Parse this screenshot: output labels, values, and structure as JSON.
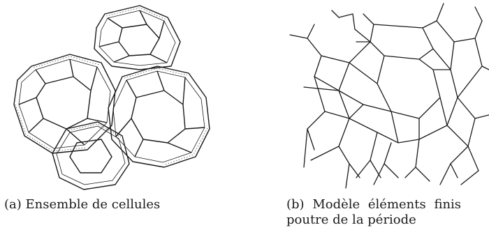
{
  "figure": {
    "subfigures": [
      {
        "label": "(a)",
        "caption": "Ensemble de cellules"
      },
      {
        "label": "(b)",
        "caption_line1": "Modèle éléments finis",
        "caption_line2": "poutre de la période"
      }
    ],
    "colors": {
      "ink": "#1a1a1a",
      "background": "#ffffff"
    }
  }
}
